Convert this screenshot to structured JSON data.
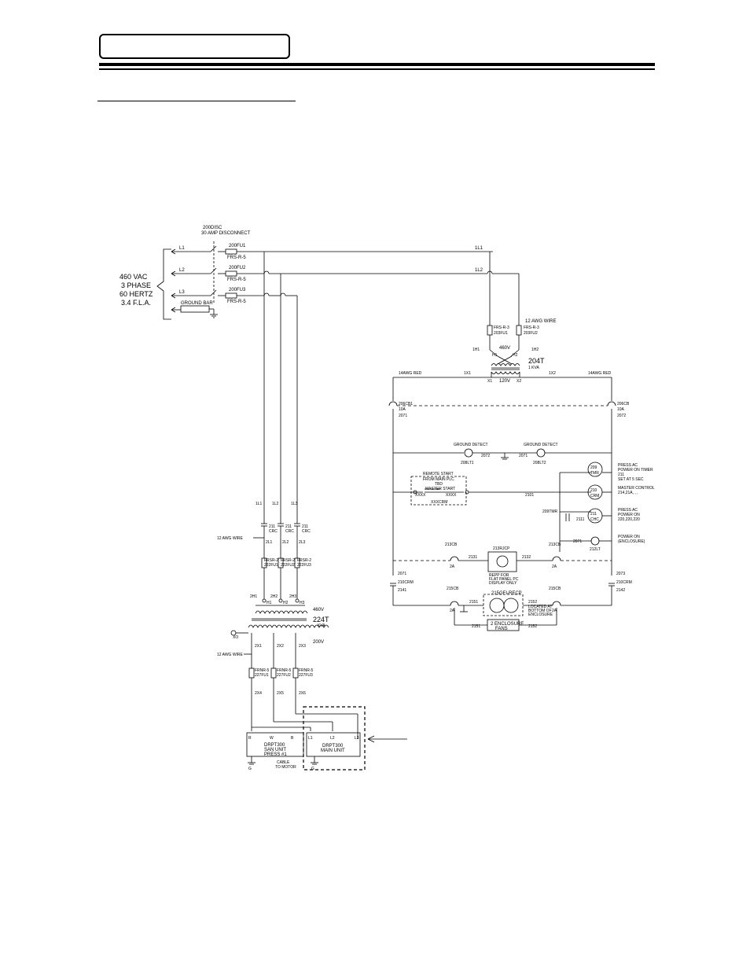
{
  "header": {
    "tab_label": ""
  },
  "diagram": {
    "disconnect": {
      "tag": "200DISC",
      "desc": "30 AMP DISCONNECT"
    },
    "supply": {
      "line1": "460 VAC",
      "line2": "3 PHASE",
      "line3": "60 HERTZ",
      "line4": "3.4 F.L.A."
    },
    "phases": [
      "L1",
      "L2",
      "L3"
    ],
    "ground_bar": "GROUND BAR",
    "main_fuses": [
      {
        "tag": "200FU1",
        "type": "FRS-R-5"
      },
      {
        "tag": "200FU2",
        "type": "FRS-R-5"
      },
      {
        "tag": "200FU3",
        "type": "FRS-R-5"
      }
    ],
    "bus_labels": {
      "l1": "1L1",
      "l2": "1L2"
    },
    "xfmr_204": {
      "wire_note": "12 AWG WIRE",
      "fuse1_type": "FRS-R-3",
      "fuse1_tag": "203FU1",
      "fuse2_type": "FRS-R-3",
      "fuse2_tag": "203FU2",
      "h1": "1H1",
      "h2": "1H2",
      "primary": "460V",
      "h1_label": "H1",
      "h2_label": "H2",
      "x1": "X1",
      "x2": "X2",
      "secondary": "120V",
      "tag": "204T",
      "kva": "1 KVA",
      "x1_wire": "1X1",
      "x2_wire": "1X2"
    },
    "control": {
      "wire_left": "14AWG RED",
      "wire_right": "14AWG RED",
      "cb_left_tag": "206CB1",
      "cb_left_rating": "10A",
      "cb_left_wire": "2071",
      "cb_right_tag": "206CB",
      "cb_right_rating": "10A",
      "cb_right_wire": "2072",
      "gd_left_label": "GROUND DETECT",
      "gd_left_tag": "208LT1",
      "gd_left_wire": "2072",
      "gd_right_label": "GROUND DETECT",
      "gd_right_tag": "208LT2",
      "gd_right_wire": "2071",
      "remote_title1": "REMOTE START",
      "remote_title2": "FROM MAIN PLC",
      "tbd": "TBD",
      "master_start": "MASTER START",
      "contact_left": "XXXX",
      "contact_right": "XXXX",
      "relay_tag": "XXXCRM",
      "rung_wire": "2101",
      "coil_tmr": "TMR",
      "coil_tmr_tag": "209",
      "coil_crm": "CRM",
      "coil_crm_tag": "210",
      "coil_chc": "CHC",
      "coil_chc_tag": "211",
      "desc_tmr": [
        "PRESS AC",
        "POWER ON TIMER",
        "211",
        "SET AT 5 SEC"
      ],
      "desc_crm": [
        "MASTER CONTROL",
        "214,21A,  ,  ,"
      ],
      "desc_chc": [
        "PRESS AC",
        "POWER ON",
        "220,220,220"
      ],
      "desc_pilot": [
        "POWER ON",
        "(ENCLOSURE)"
      ],
      "tmr_contact": "209TMR",
      "tmr_wire": "2111",
      "pilot_wire": "2071",
      "pilot_tag": "212LT",
      "cb213_left": "213CB",
      "cb213_right": "213CB",
      "amp_2a": "2A",
      "pc_tag": "213RJCP",
      "pc_wire_left": "2131",
      "pc_wire_right": "2132",
      "pc_note": [
        "REPP FOR",
        "FLAT PANEL PC",
        "DISPLAY ONLY"
      ],
      "crm_left_tag": "2071",
      "crm_left_contact": "210CRM",
      "crm_left_wire": "2141",
      "crm_right_tag": "2073",
      "crm_right_contact": "210CRM",
      "crm_right_wire": "2142",
      "cb215_left": "215CB",
      "cb215_right": "215CB",
      "gfi_tag": "215GFI-RECP",
      "gfi_wire_left": "2151",
      "gfi_wire_right": "2152",
      "gfi_note": [
        "LOCATED AT",
        "BOTTOM OF",
        "ENCLOSURE"
      ],
      "fans_label1": "2 ENCLOSURE",
      "fans_label2": "FANS",
      "fans_wire_left": "2151",
      "fans_wire_right": "2152"
    },
    "lower": {
      "bus": [
        "1L1",
        "1L2",
        "1L3"
      ],
      "cr_tags": [
        "211",
        "211",
        "211"
      ],
      "cr_types": [
        "CRC",
        "CRC",
        "CRC"
      ],
      "wire_note": "12 AWG WIRE",
      "wires_after_cr": [
        "2L1",
        "2L2",
        "2L3"
      ],
      "fuse_types": [
        "FRSR-2",
        "FRSR-2",
        "FRSR-2"
      ],
      "fuse_tags": [
        "222FU1",
        "222FU2",
        "222FU3"
      ],
      "primary_leads": [
        "2H1",
        "2H2",
        "2H3"
      ],
      "primary_terms": [
        "H1",
        "H2",
        "H3"
      ],
      "primary_voltage": "460V",
      "xfmr_tag": "224T",
      "kva": "KVA",
      "ground_label": "XO",
      "secondary_voltage": "200V",
      "secondary_leads": [
        "2X1",
        "2X2",
        "2X3"
      ],
      "sec_fuse_types": [
        "FRNR-5",
        "FRNR-5",
        "FRNR-5"
      ],
      "sec_fuse_tags": [
        "227FU1",
        "227FU2",
        "227FU3"
      ],
      "load_wires": [
        "2X4",
        "2X5",
        "2X6"
      ],
      "unit1_title": "DRPT300",
      "unit1_sub": "SAN UNIT",
      "unit1_press": "PRESS #1",
      "unit1_motor_label": "CABLE",
      "unit1_motor": "TO MOTOR",
      "unit2_title": "DRPT300",
      "unit2_sub": "MAIN UNIT",
      "terminals": [
        "R",
        "W",
        "B"
      ],
      "phase_terms": [
        "L1",
        "L2",
        "L3"
      ],
      "ground_terms": [
        "G",
        "G"
      ]
    }
  }
}
